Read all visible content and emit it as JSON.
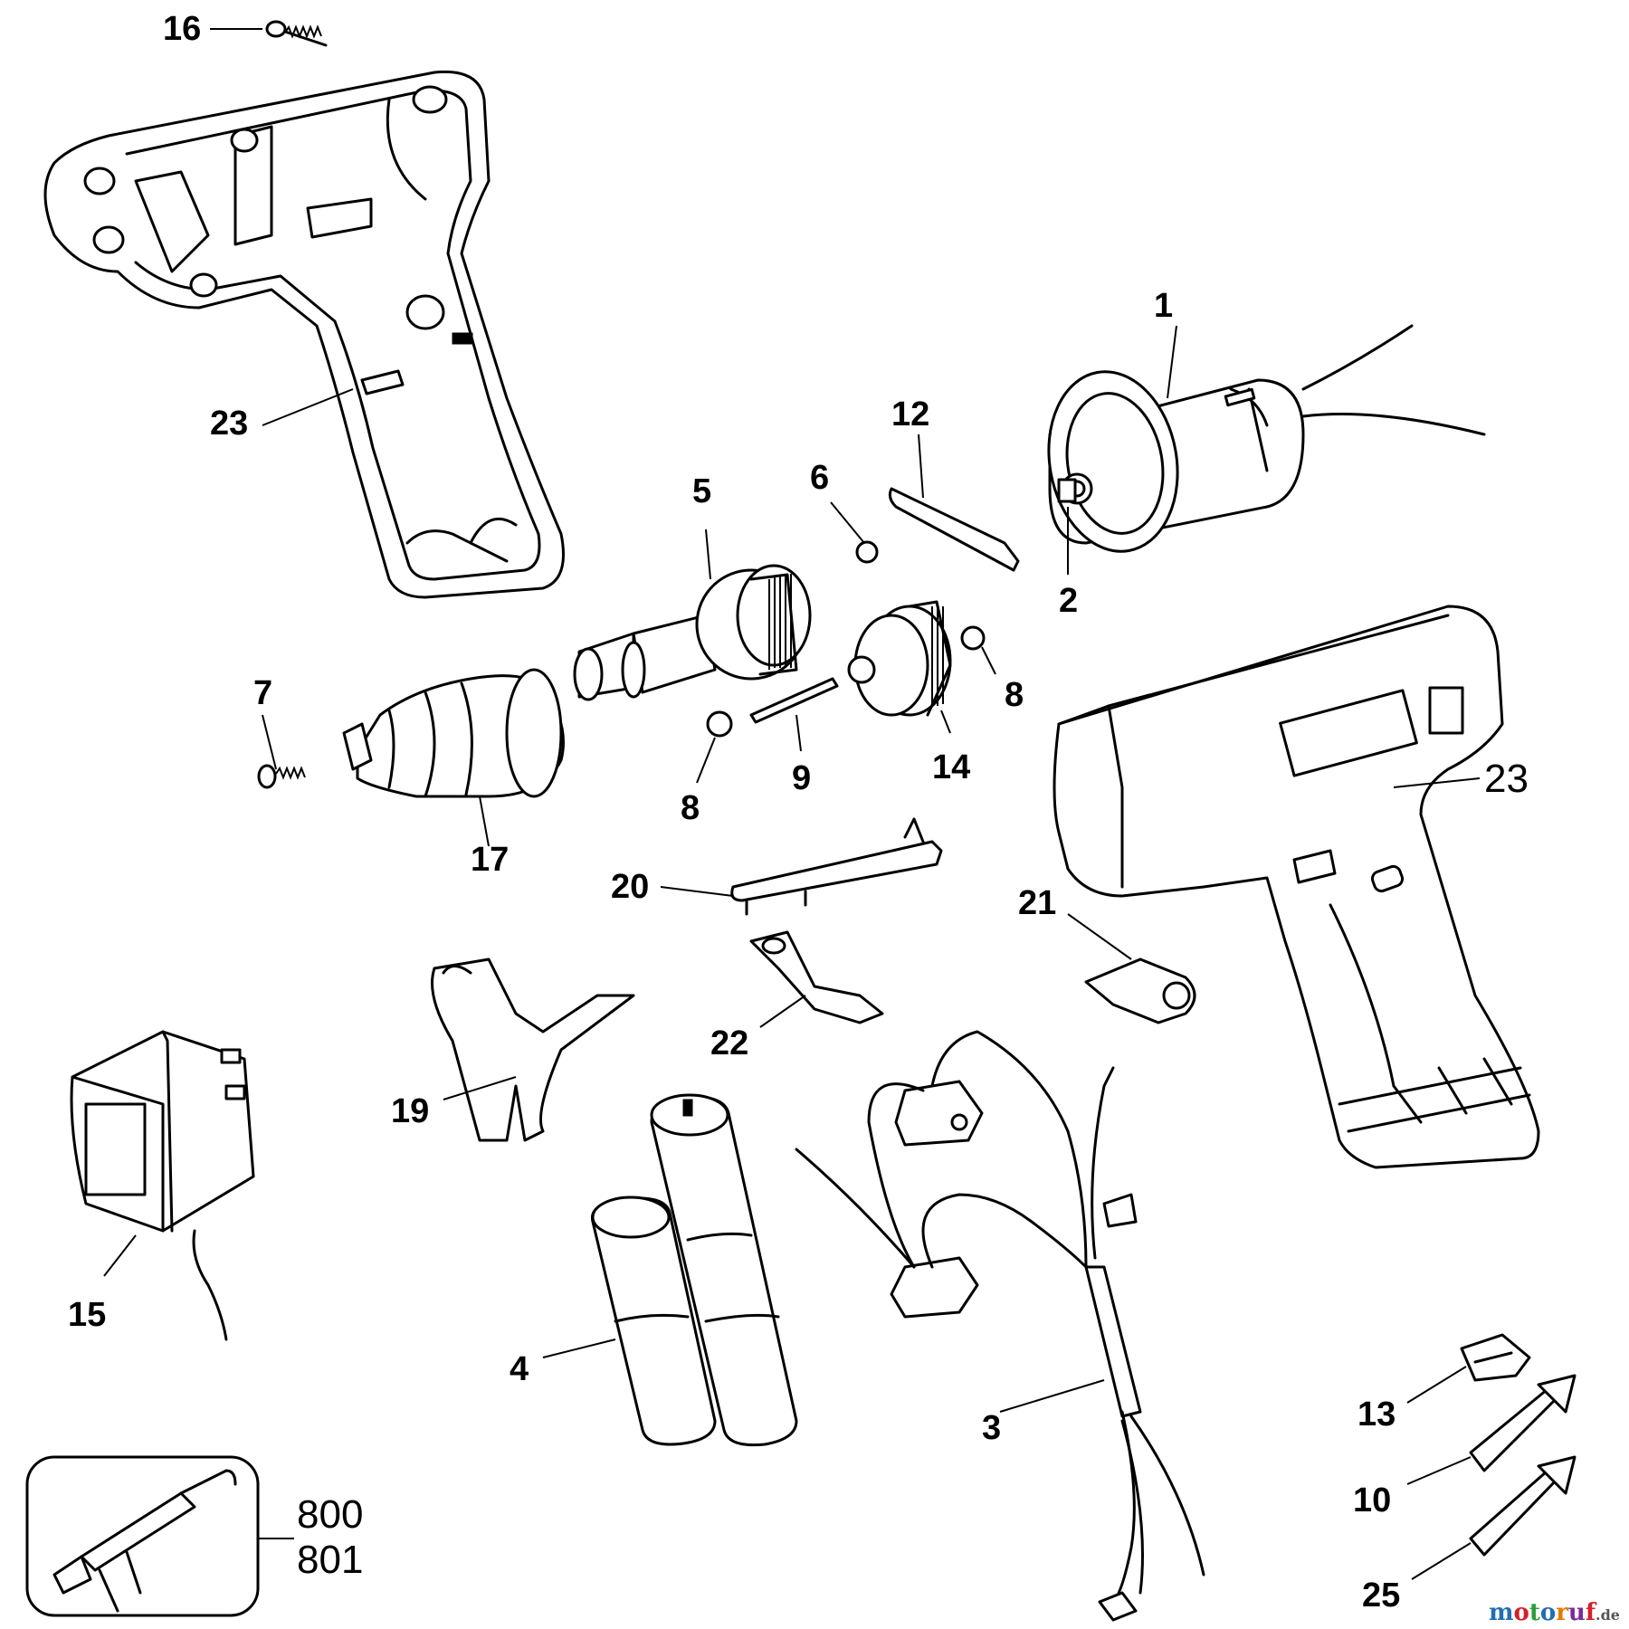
{
  "parts": [
    {
      "id": "16",
      "label": "16"
    },
    {
      "id": "23a",
      "label": "23"
    },
    {
      "id": "1",
      "label": "1"
    },
    {
      "id": "12",
      "label": "12"
    },
    {
      "id": "5",
      "label": "5"
    },
    {
      "id": "6",
      "label": "6"
    },
    {
      "id": "2",
      "label": "2"
    },
    {
      "id": "7",
      "label": "7"
    },
    {
      "id": "8a",
      "label": "8"
    },
    {
      "id": "8b",
      "label": "8"
    },
    {
      "id": "9",
      "label": "9"
    },
    {
      "id": "14",
      "label": "14"
    },
    {
      "id": "17",
      "label": "17"
    },
    {
      "id": "23b",
      "label": "23"
    },
    {
      "id": "20",
      "label": "20"
    },
    {
      "id": "21",
      "label": "21"
    },
    {
      "id": "22",
      "label": "22"
    },
    {
      "id": "19",
      "label": "19"
    },
    {
      "id": "15",
      "label": "15"
    },
    {
      "id": "4",
      "label": "4"
    },
    {
      "id": "3",
      "label": "3"
    },
    {
      "id": "13",
      "label": "13"
    },
    {
      "id": "10",
      "label": "10"
    },
    {
      "id": "25",
      "label": "25"
    },
    {
      "id": "800",
      "label": "800"
    },
    {
      "id": "801",
      "label": "801"
    }
  ],
  "watermark": {
    "letters": [
      {
        "char": "m",
        "color": "#1f6fb5"
      },
      {
        "char": "o",
        "color": "#d4202a"
      },
      {
        "char": "t",
        "color": "#2a9d3a"
      },
      {
        "char": "o",
        "color": "#1f6fb5"
      },
      {
        "char": "r",
        "color": "#e07b00"
      },
      {
        "char": "u",
        "color": "#7a2a9d"
      },
      {
        "char": "f",
        "color": "#d4202a"
      }
    ],
    "suffix": ".de"
  }
}
